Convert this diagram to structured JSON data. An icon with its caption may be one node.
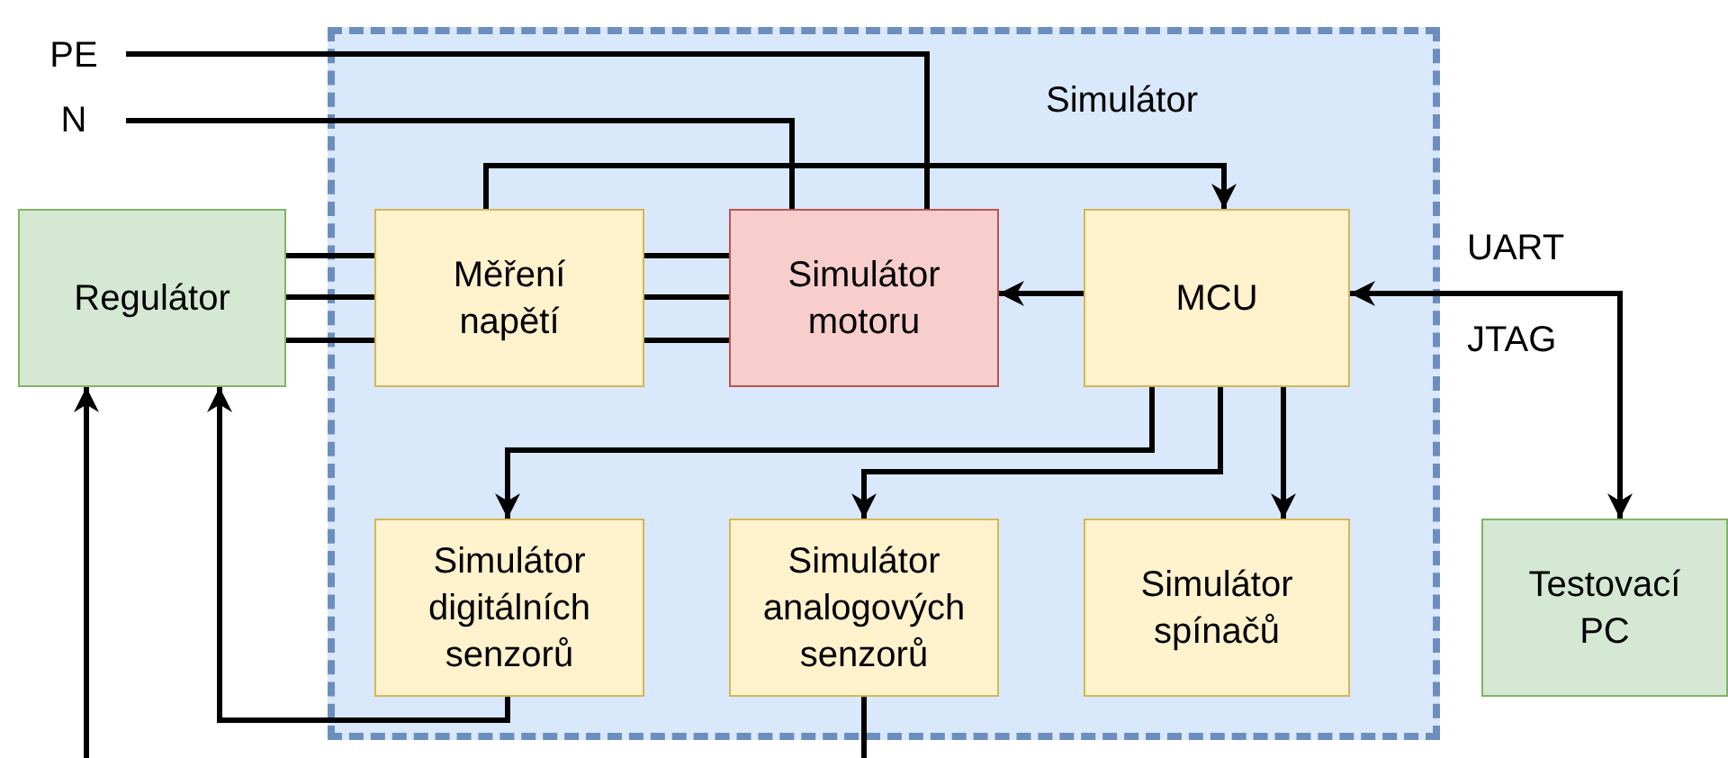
{
  "diagram": {
    "nodes": [
      {
        "text": [
          "PE"
        ]
      },
      {
        "text": [
          "N"
        ]
      },
      {
        "text": [
          "Simulátor"
        ]
      },
      {
        "text": [
          "Regulátor"
        ]
      },
      {
        "text": [
          "Měření napětí"
        ],
        "in": 2
      },
      {
        "text": [
          "Simulátor motoru"
        ],
        "in": 2
      },
      {
        "text": [
          "MCU"
        ],
        "in": 2
      },
      {
        "text": [
          "Simulátor digitálních senzorů"
        ],
        "in": 2
      },
      {
        "text": [
          "Simulátor analogových senzorů"
        ],
        "in": 2
      },
      {
        "text": [
          "Simulátor spínačů"
        ],
        "in": 2
      },
      {
        "text": [
          "Testovací PC"
        ]
      }
    ],
    "edges": [
      {
        "from": 0,
        "to": 5,
        "arrow": "none"
      },
      {
        "from": 1,
        "to": 5,
        "arrow": "none"
      },
      {
        "from": 3,
        "to": 4,
        "arrow": "none"
      },
      {
        "from": 3,
        "to": 4,
        "arrow": "none"
      },
      {
        "from": 3,
        "to": 4,
        "arrow": "none"
      },
      {
        "from": 4,
        "to": 5,
        "arrow": "none"
      },
      {
        "from": 4,
        "to": 5,
        "arrow": "none"
      },
      {
        "from": 4,
        "to": 5,
        "arrow": "none"
      },
      {
        "from": 4,
        "to": 6,
        "arrow": "to"
      },
      {
        "from": 6,
        "to": 5,
        "arrow": "to"
      },
      {
        "from": 6,
        "to": 10,
        "arrow": "both"
      },
      {
        "from": 6,
        "to": 7,
        "arrow": "to"
      },
      {
        "from": 6,
        "to": 8,
        "arrow": "to"
      },
      {
        "from": 6,
        "to": 9,
        "arrow": "to"
      },
      {
        "from": 7,
        "to": 3,
        "arrow": "to"
      },
      {
        "from": null,
        "to": 3,
        "arrow": "to"
      },
      {
        "from": 8,
        "to": null,
        "arrow": "none"
      }
    ],
    "labels": [
      "UART",
      "JTAG"
    ]
  }
}
